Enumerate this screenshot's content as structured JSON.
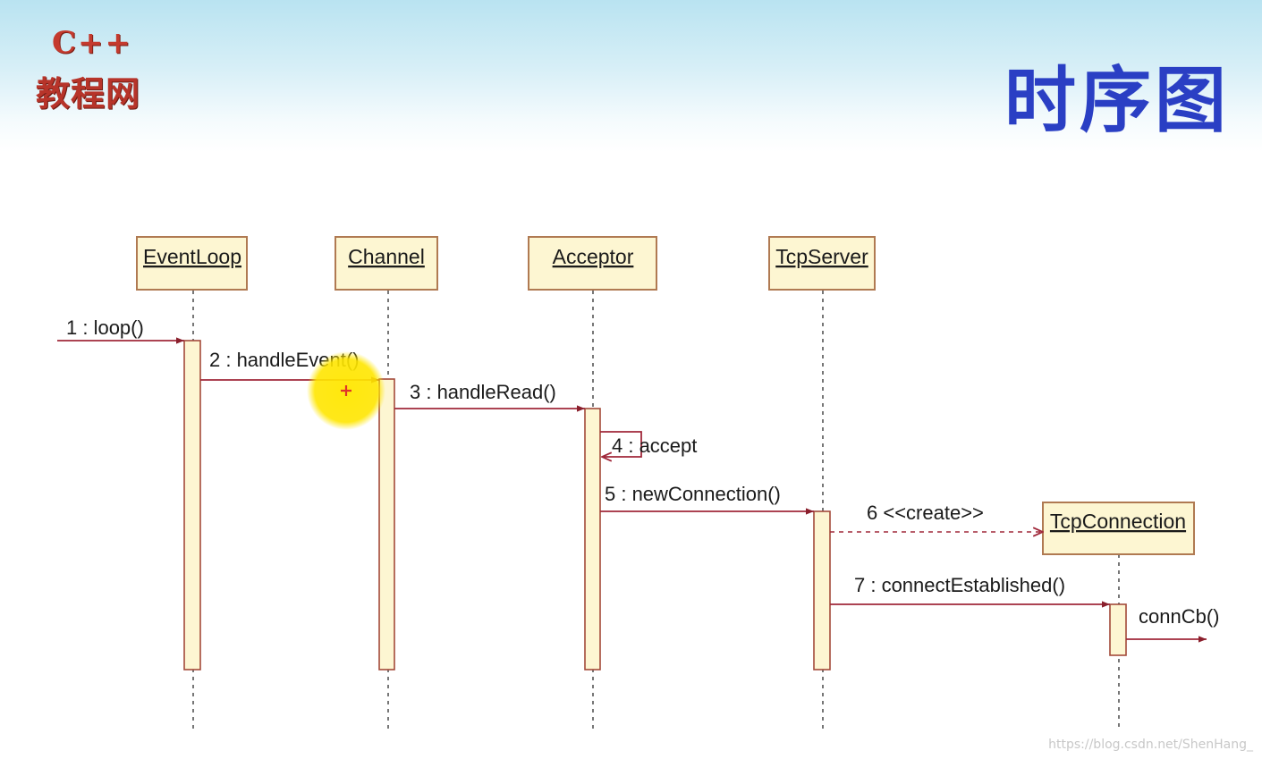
{
  "logo": {
    "line1": "C++",
    "line2": "教程网"
  },
  "title": "时序图",
  "lifelines": [
    "EventLoop",
    "Channel",
    "Acceptor",
    "TcpServer"
  ],
  "created_object": "TcpConnection",
  "messages": [
    "1 : loop()",
    "2 : handleEvent()",
    "3 : handleRead()",
    "4 : accept",
    "5 : newConnection()",
    "6  <<create>>",
    "7 : connectEstablished()",
    "connCb()"
  ],
  "watermark": "https://blog.csdn.net/ShenHang_",
  "colors": {
    "title": "#2a3fc4",
    "logo": "#b7342a",
    "arrow": "#a0283a",
    "box_fill": "#fdf6d2",
    "cursor_highlight": "#ffe600"
  }
}
